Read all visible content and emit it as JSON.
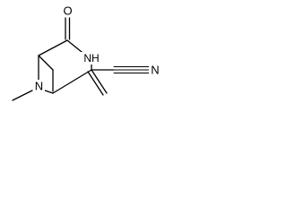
{
  "molecule": {
    "atoms": {
      "carbonyl_oxygen": "O",
      "amide_nitrogen": "NH",
      "amine_nitrogen": "N",
      "nitrile_nitrogen": "N"
    }
  }
}
